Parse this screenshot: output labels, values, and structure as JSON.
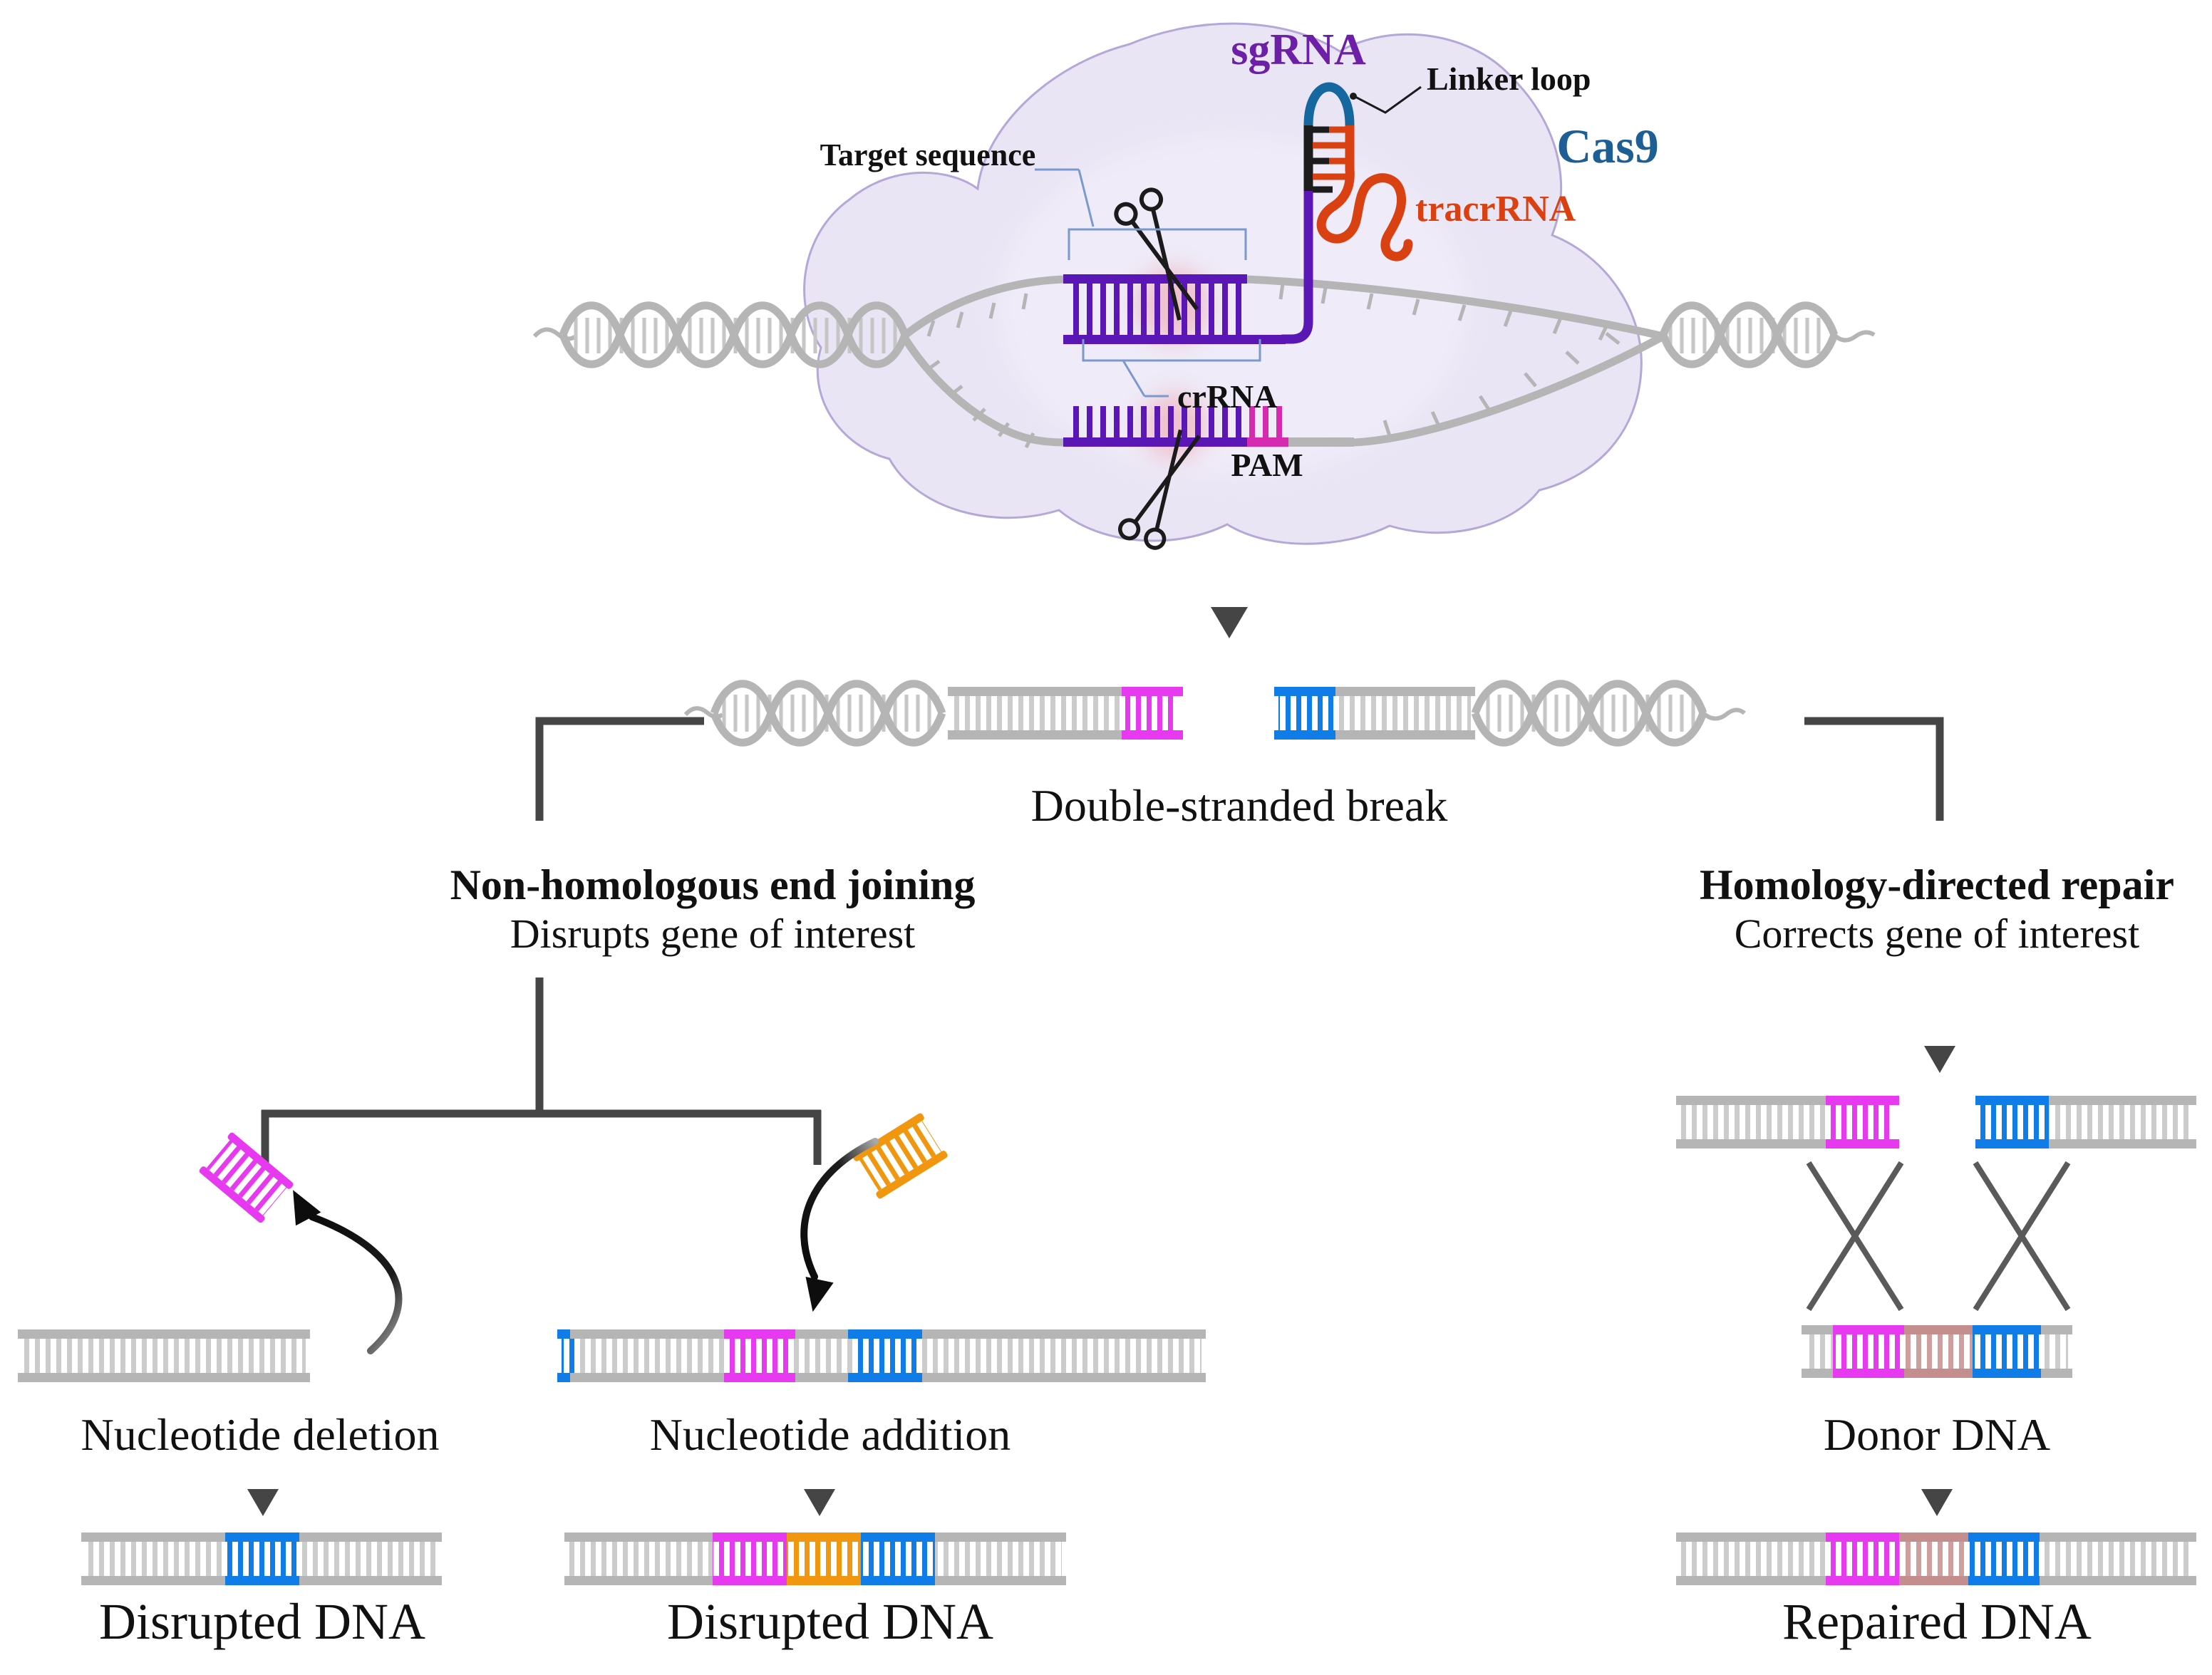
{
  "cas9_complex": {
    "sgrna_label": "sgRNA",
    "linker_loop_label": "Linker loop",
    "cas9_label": "Cas9",
    "tracrrna_label": "tracrRNA",
    "target_sequence_label": "Target sequence",
    "crrna_label": "crRNA",
    "pam_label": "PAM"
  },
  "break_step": {
    "label": "Double-stranded break"
  },
  "pathways": {
    "nhej": {
      "title": "Non-homologous end joining",
      "subtitle": "Disrupts gene of interest"
    },
    "hdr": {
      "title": "Homology-directed repair",
      "subtitle": "Corrects gene of interest"
    }
  },
  "outcomes": {
    "deletion_label": "Nucleotide deletion",
    "addition_label": "Nucleotide addition",
    "donor_label": "Donor DNA",
    "disrupted_deletion_label": "Disrupted DNA",
    "disrupted_addition_label": "Disrupted DNA",
    "repaired_label": "Repaired DNA"
  },
  "colors": {
    "dna_gray": "#b5b5b5",
    "dna_rung": "#cccccc",
    "purple": "#5a17b5",
    "magenta": "#e73af0",
    "pam_pink": "#d62bb0",
    "blue": "#0f7ce8",
    "orange": "#f0960f",
    "salmon": "#c48e8e",
    "salmon_rung": "#cf9f9f",
    "sgrna_purple": "#6d1fa7",
    "cas9_blue": "#1d5e95",
    "tracr_orange": "#d94113",
    "linker_blue": "#15689f",
    "connector_gray": "#454545",
    "pointer_blue": "#7a99cc",
    "blob_fill": "#eae5f4",
    "blob_stroke": "#b5a8d8",
    "glow_pink": "#ef6e7e"
  }
}
